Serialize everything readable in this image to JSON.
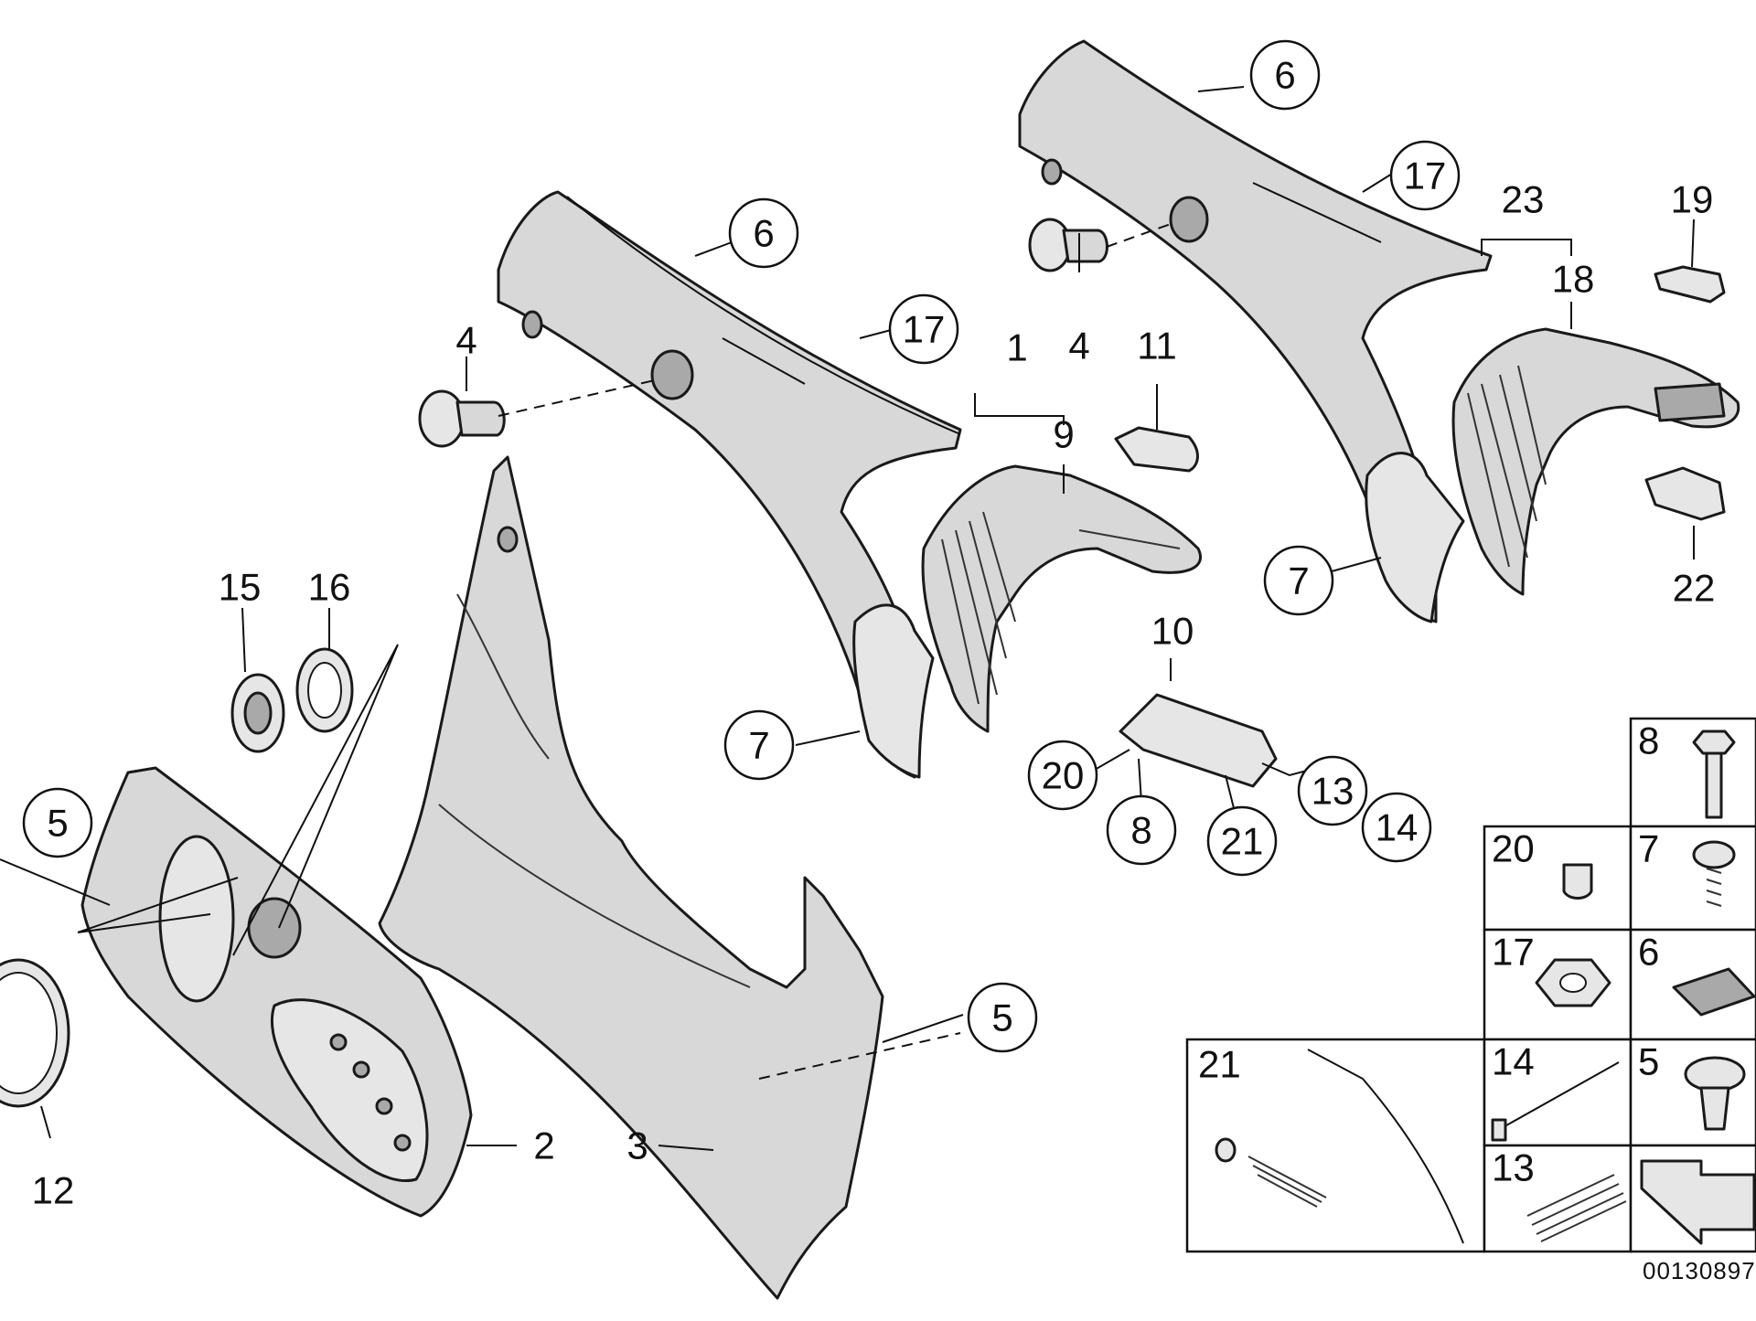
{
  "callouts": {
    "c6a": "6",
    "c17a": "17",
    "c4a": "4",
    "c1": "1",
    "c9": "9",
    "c11": "11",
    "c4b": "4",
    "c6b": "6",
    "c17b": "17",
    "c23": "23",
    "c19": "19",
    "c18": "18",
    "c22": "22",
    "c7a": "7",
    "c7b": "7",
    "c10": "10",
    "c20": "20",
    "c8": "8",
    "c21": "21",
    "c13": "13",
    "c14": "14",
    "c15": "15",
    "c16": "16",
    "c5a": "5",
    "c5b": "5",
    "c12": "12",
    "c2": "2",
    "c3": "3"
  },
  "legend": {
    "b8": "8",
    "b20": "20",
    "b7": "7",
    "b17": "17",
    "b6": "6",
    "b21": "21",
    "b14": "14",
    "b5": "5",
    "b13": "13"
  },
  "doc_number": "00130897"
}
